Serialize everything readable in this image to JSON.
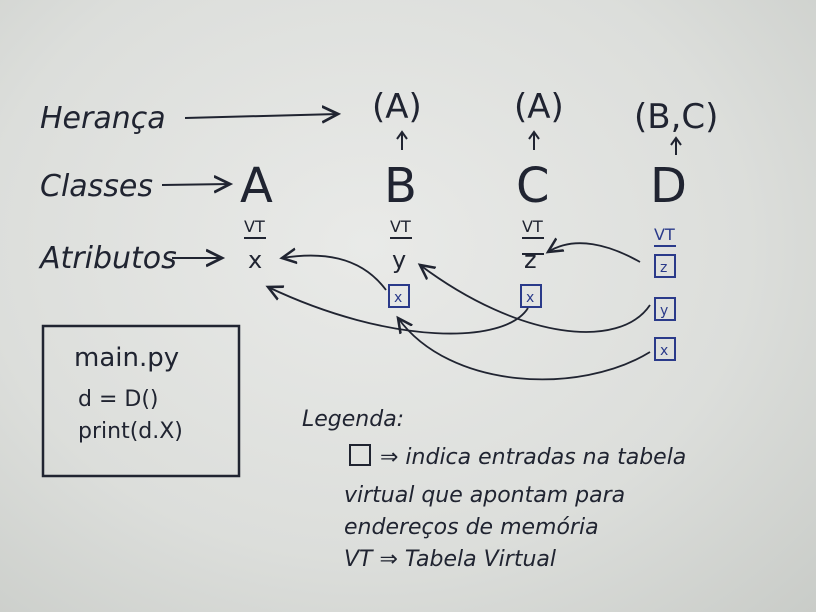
{
  "row_labels": {
    "heranca": "Herança",
    "classes": "Classes",
    "atributos": "Atributos"
  },
  "inheritance": [
    "(A)",
    "(A)",
    "(B,C)"
  ],
  "classes": [
    "A",
    "B",
    "C",
    "D"
  ],
  "vt_label": "VT",
  "attributes": {
    "A": [
      "x"
    ],
    "B": [
      "y",
      "x"
    ],
    "C": [
      "z",
      "x"
    ],
    "D": [
      "z",
      "y",
      "x"
    ]
  },
  "code_box": {
    "filename": "main.py",
    "line1": "d = D()",
    "line2": "print(d.X)"
  },
  "legend": {
    "title": "Legenda:",
    "box_desc_line1": "⇒ indica entradas na tabela",
    "box_desc_line2": "virtual que apontam para",
    "box_desc_line3": "endereços de memória",
    "vt_desc": "VT ⇒ Tabela Virtual"
  },
  "colors": {
    "ink": "#202431",
    "blue_ink": "#2a3a8a",
    "whiteboard": "#e4e5e3"
  }
}
